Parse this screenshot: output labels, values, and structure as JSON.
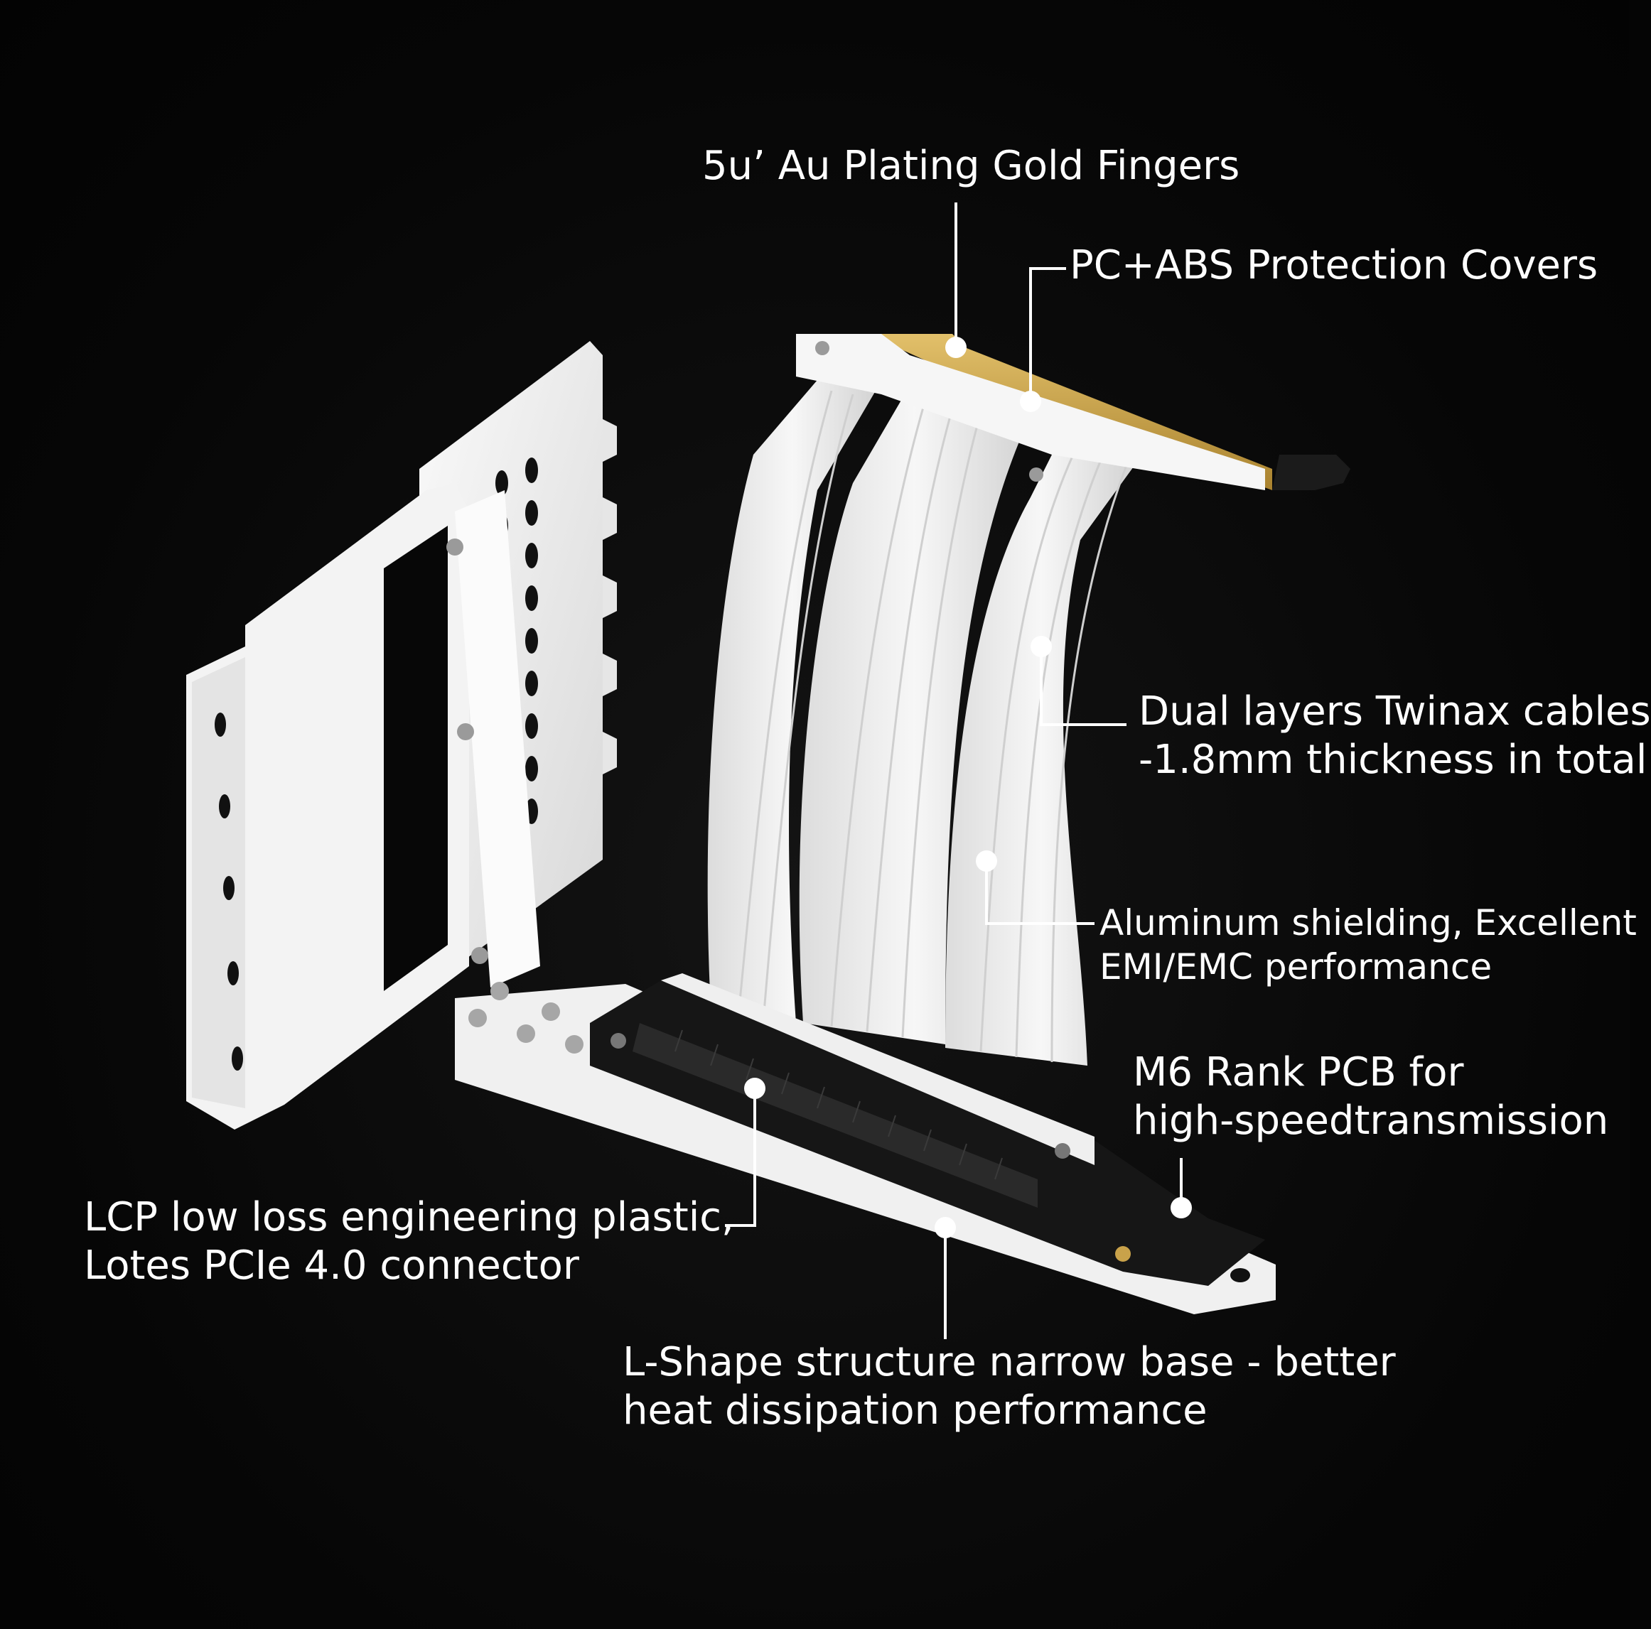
{
  "callouts": {
    "gold_fingers": "5u’ Au Plating Gold Fingers",
    "protection_covers": "PC+ABS  Protection Covers",
    "twinax_line1": "Dual layers Twinax cables",
    "twinax_line2": "-1.8mm thickness in total",
    "aluminum_line1": "Aluminum shielding, Excellent",
    "aluminum_line2": "EMI/EMC performance",
    "pcb_line1": "M6 Rank PCB for",
    "pcb_line2": "high-speedtransmission",
    "lcp_line1": "LCP low loss engineering plastic,",
    "lcp_line2": "Lotes PCIe 4.0 connector",
    "lshape_line1": "L-Shape structure  narrow base - better",
    "lshape_line2": "heat dissipation performance"
  },
  "colors": {
    "background": "#050505",
    "text": "#ffffff",
    "product_white": "#f1f1f1",
    "gold": "#c9a24a",
    "connector_black": "#161616"
  }
}
